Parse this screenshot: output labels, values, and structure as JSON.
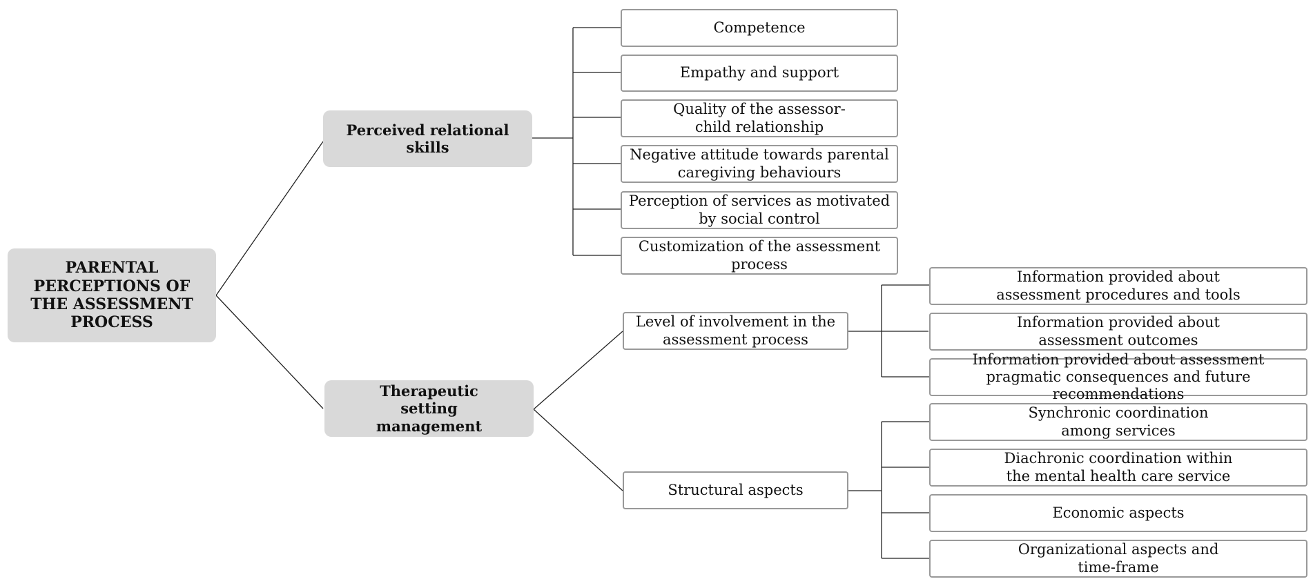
{
  "root": {
    "label": "PARENTAL PERCEPTIONS OF THE ASSESSMENT PROCESS"
  },
  "branches": [
    {
      "label": "Perceived relational skills",
      "items": [
        "Competence",
        "Empathy and support",
        "Quality of the assessor-child relationship",
        "Negative attitude towards parental caregiving behaviours",
        "Perception of services as motivated by social control",
        "Customization of the assessment process"
      ]
    },
    {
      "label": "Therapeutic setting management",
      "subs": [
        {
          "label": "Level of involvement in the assessment process",
          "items": [
            "Information provided about assessment procedures and tools",
            "Information provided about assessment outcomes",
            "Information provided about assessment pragmatic consequences and future recommendations"
          ]
        },
        {
          "label": "Structural aspects",
          "items": [
            "Synchronic coordination among services",
            "Diachronic coordination within the mental health care service",
            "Economic aspects",
            "Organizational aspects and time-frame"
          ]
        }
      ]
    }
  ]
}
